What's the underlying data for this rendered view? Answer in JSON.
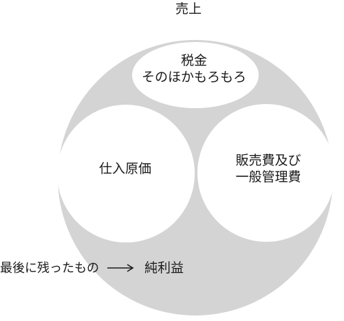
{
  "title": "売上",
  "sections": {
    "tax": {
      "line1": "税金",
      "line2": "そのほかもろもろ"
    },
    "cogs": "仕入原価",
    "sga": {
      "line1": "販売費及び",
      "line2": "一般管理費"
    }
  },
  "remainder": {
    "label": "最後に残ったもの",
    "arrow_icon": "arrow-right-icon",
    "result": "純利益"
  },
  "colors": {
    "outer_circle": "#d4d4d4",
    "inner_circles": "#ffffff",
    "text": "#1a1a1a"
  }
}
